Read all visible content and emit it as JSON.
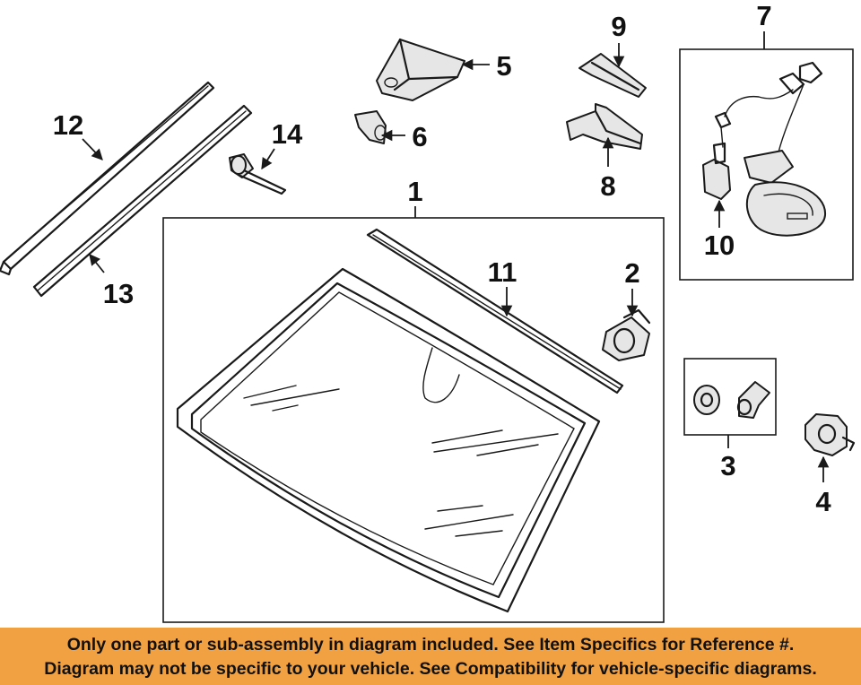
{
  "callouts": [
    "1",
    "2",
    "3",
    "4",
    "5",
    "6",
    "7",
    "8",
    "9",
    "10",
    "11",
    "12",
    "13",
    "14"
  ],
  "disclaimer": {
    "line1": "Only one part or sub-assembly in diagram included. See Item Specifics for Reference #.",
    "line2": "Diagram may not be specific to your vehicle. See Compatibility for vehicle-specific diagrams."
  },
  "colors": {
    "banner": "#f1a142",
    "ink": "#1a1a1a"
  }
}
